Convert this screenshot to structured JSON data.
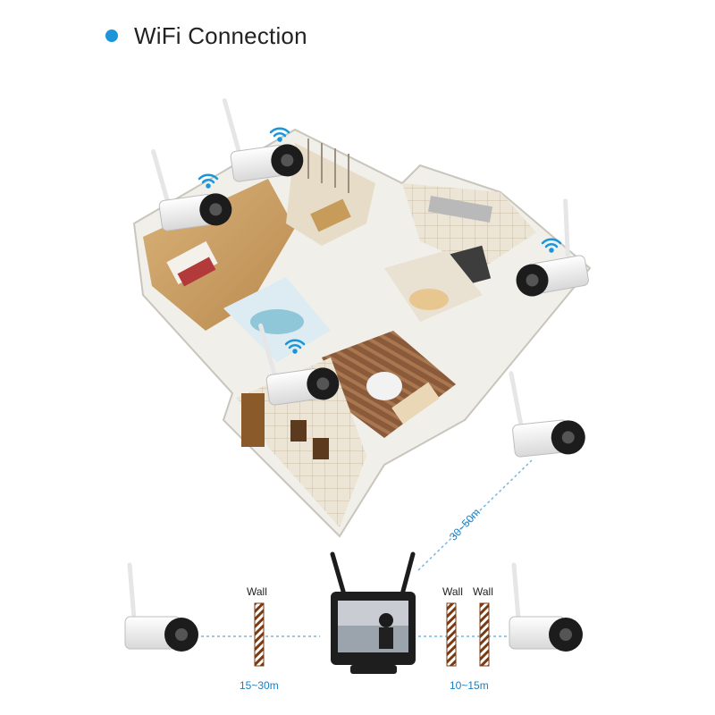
{
  "header": {
    "title": "WiFi Connection"
  },
  "labels": {
    "wall_left": "Wall",
    "wall_right_1": "Wall",
    "wall_right_2": "Wall",
    "range_left": "15~30m",
    "range_right": "10~15m",
    "range_diagonal": "30~50m"
  },
  "colors": {
    "accent": "#1a96d8",
    "range_text": "#1a7fc0"
  }
}
